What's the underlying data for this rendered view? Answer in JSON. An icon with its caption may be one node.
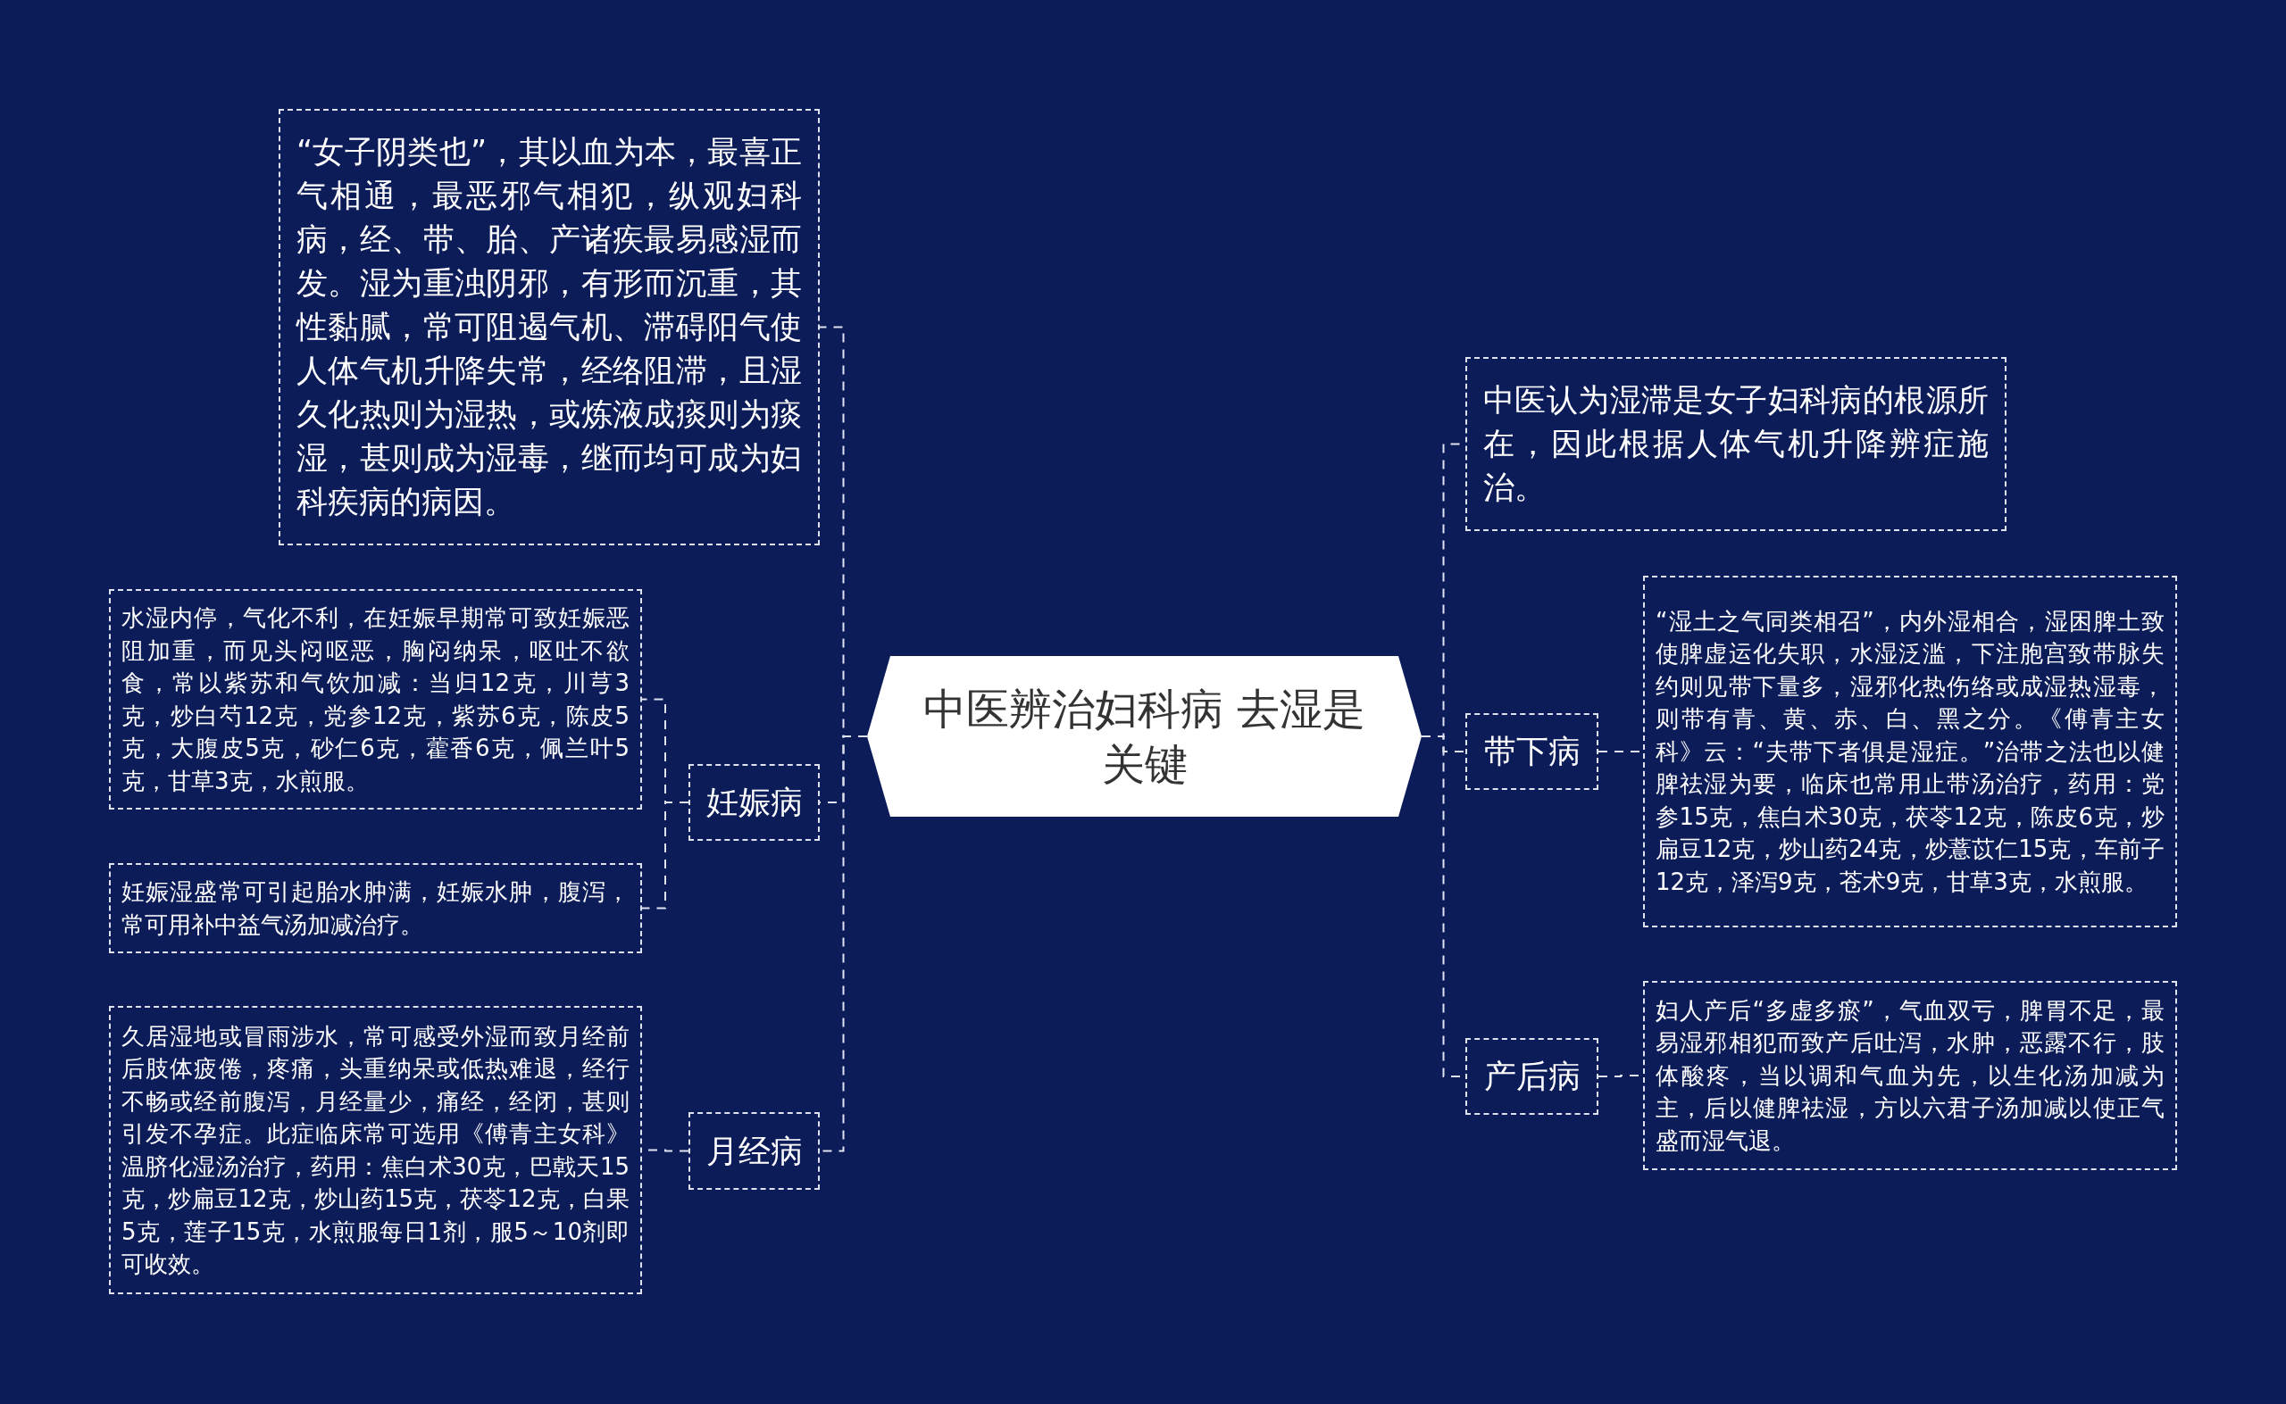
{
  "diagram": {
    "nodes": [
      {
        "text": [
          "中医辨治妇科病 去湿是关键"
        ]
      },
      {
        "text": [
          "“女子阴类也”，其以血为本，最喜正气相通，最恶邪气相犯，纵观妇科病，经、带、胎、产诸疾最易感湿而发。湿为重浊阴邪，有形而沉重，其性黏腻，常可阻遏气机、滞碍阳气使人体气机升降失常，经络阻滞，且湿久化热则为湿热，或炼液成痰则为痰湿，甚则成为湿毒，继而均可成为妇科疾病的病因。"
        ]
      },
      {
        "text": [
          "妊娠病"
        ]
      },
      {
        "text": [
          "水湿内停，气化不利，在妊娠早期常可致妊娠恶阻加重，而见头闷呕恶，胸闷纳呆，呕吐不欲食，常以紫苏和气饮加减：当归12克，川芎3克，炒白芍12克，党参12克，紫苏6克，陈皮5克，大腹皮5克，砂仁6克，藿香6克，佩兰叶5克，甘草3克，水煎服。"
        ]
      },
      {
        "text": [
          "妊娠湿盛常可引起胎水肿满，妊娠水肿，腹泻，常可用补中益气汤加减治疗。"
        ]
      },
      {
        "text": [
          "月经病"
        ]
      },
      {
        "text": [
          "久居湿地或冒雨涉水，常可感受外湿而致月经前后肢体疲倦，疼痛，头重纳呆或低热难退，经行不畅或经前腹泻，月经量少，痛经，经闭，甚则引发不孕症。此症临床常可选用《傅青主女科》温脐化湿汤治疗，药用：焦白术30克，巴戟天15克，炒扁豆12克，炒山药15克，茯苓12克，白果5克，莲子15克，水煎服每日1剂，服5～10剂即可收效。"
        ]
      },
      {
        "text": [
          "中医认为湿滞是女子妇科病的根源所在，因此根据人体气机升降辨症施治。"
        ]
      },
      {
        "text": [
          "带下病"
        ]
      },
      {
        "text": [
          "“湿土之气同类相召”，内外湿相合，湿困脾土致使脾虚运化失职，水湿泛滥，下注胞宫致带脉失约则见带下量多，湿邪化热伤络或成湿热湿毒，则带有青、黄、赤、白、黑之分。《傅青主女科》云：“夫带下者俱是湿症。”治带之法也以健脾祛湿为要，临床也常用止带汤治疗，药用：党参15克，焦白术30克，茯苓12克，陈皮6克，炒扁豆12克，炒山药24克，炒薏苡仁15克，车前子12克，泽泻9克，苍术9克，甘草3克，水煎服。"
        ]
      },
      {
        "text": [
          "产后病"
        ]
      },
      {
        "text": [
          "妇人产后“多虚多瘀”，气血双亏，脾胃不足，最易湿邪相犯而致产后吐泻，水肿，恶露不行，肢体酸疼，当以调和气血为先，以生化汤加减为主，后以健脾祛湿，方以六君子汤加减以使正气盛而湿气退。"
        ]
      }
    ],
    "edges": [
      {
        "from": 0,
        "to": 1,
        "arrow": "none"
      },
      {
        "from": 0,
        "to": 2,
        "arrow": "none"
      },
      {
        "from": 2,
        "to": 3,
        "arrow": "none"
      },
      {
        "from": 2,
        "to": 4,
        "arrow": "none"
      },
      {
        "from": 0,
        "to": 5,
        "arrow": "none"
      },
      {
        "from": 5,
        "to": 6,
        "arrow": "none"
      },
      {
        "from": 0,
        "to": 7,
        "arrow": "none"
      },
      {
        "from": 0,
        "to": 8,
        "arrow": "none"
      },
      {
        "from": 8,
        "to": 9,
        "arrow": "none"
      },
      {
        "from": 0,
        "to": 10,
        "arrow": "none"
      },
      {
        "from": 10,
        "to": 11,
        "arrow": "none"
      }
    ]
  }
}
